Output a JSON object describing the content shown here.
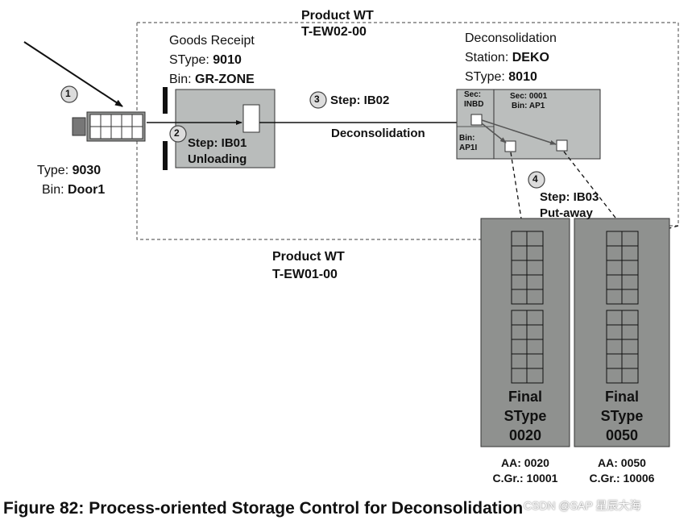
{
  "product_wt_top": {
    "label": "Product WT",
    "code": "T-EW02-00"
  },
  "product_wt_bottom": {
    "label": "Product WT",
    "code": "T-EW01-00"
  },
  "door": {
    "type_label": "Type:",
    "type_value": "9030",
    "bin_label": "Bin:",
    "bin_value": "Door1"
  },
  "goods_receipt": {
    "title": "Goods Receipt",
    "stype_label": "SType:",
    "stype_value": "9010",
    "bin_label": "Bin:",
    "bin_value": "GR-ZONE"
  },
  "deconsolidation": {
    "title": "Deconsolidation",
    "station_label": "Station:",
    "station_value": "DEKO",
    "stype_label": "SType:",
    "stype_value": "8010"
  },
  "decon_box": {
    "sec_inbd": "Sec:\nINBD",
    "sec_inbd_1": "Sec:",
    "sec_inbd_2": "INBD",
    "sec_0001": "Sec: 0001",
    "bin_ap1": "Bin: AP1",
    "bin_ap1i_1": "Bin:",
    "bin_ap1i_2": "AP1I"
  },
  "steps": [
    {
      "number": "1"
    },
    {
      "number": "2",
      "label": "Step: IB01",
      "sublabel": "Unloading"
    },
    {
      "number": "3",
      "label": "Step: IB02",
      "sublabel": "Deconsolidation"
    },
    {
      "number": "4",
      "label": "Step: IB03",
      "sublabel": "Put-away"
    }
  ],
  "final_storages": [
    {
      "title": "Final",
      "stype_label": "SType",
      "stype_value": "0020",
      "aa": "AA: 0020",
      "cgr": "C.Gr.: 10001"
    },
    {
      "title": "Final",
      "stype_label": "SType",
      "stype_value": "0050",
      "aa": "AA: 0050",
      "cgr": "C.Gr.: 10006"
    }
  ],
  "caption": "Figure 82: Process-oriented Storage Control for Deconsolidation",
  "watermark": "CSDN @SAP 星辰大海",
  "colors": {
    "box_gray": "#b9bcbb",
    "dark_gray": "#8f918f",
    "decon_gray": "#bbbebd",
    "outline": "#333333",
    "grid_fill": "#ffffff"
  }
}
